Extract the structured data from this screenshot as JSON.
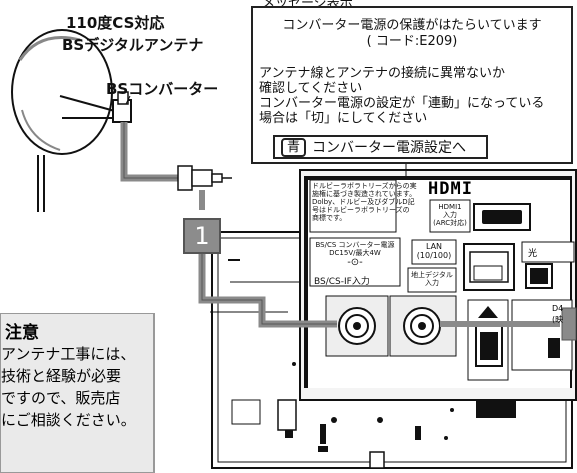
{
  "labels": {
    "antenna_title_line1": "110度CS対応",
    "antenna_title_line2": "BSデジタルアンテナ",
    "converter": "BSコンバーター"
  },
  "message": {
    "title": "メッセージ表示",
    "line1": "コンバーター電源の保護がはたらいています",
    "line2": "( コード:E209)",
    "body": [
      "アンテナ線とアンテナの接続に異常ないか",
      "確認してください",
      "コンバーター電源の設定が「連動」になっている",
      "場合は「切」にしてください"
    ],
    "button_key": "青",
    "button_label": "コンバーター電源設定へ"
  },
  "callout_number": "1",
  "caution": {
    "heading": "注意",
    "lines": [
      "アンテナ工事には、",
      "技術と経験が必要",
      "ですので、販売店",
      "にご相談ください。"
    ]
  },
  "panel": {
    "dolby_text": [
      "ドルビーラボラトリーズからの実",
      "施権に基づき製造されています。",
      "Dolby、ドルビー及びダブルD記",
      "号はドルビーラボラトリーズの",
      "商標です。"
    ],
    "hdmi_logo": "HDMI",
    "hdmi1_lines": [
      "HDMI1",
      "入力",
      "(ARC対応)"
    ],
    "bs_power_lines": [
      "BS/CS コンバーター電源",
      "DC15V/最大4W"
    ],
    "bs_input": "BS/CS-IF入力",
    "lan_lines": [
      "LAN",
      "(10/100)"
    ],
    "terrestrial_lines": [
      "地上デジタル",
      "入力"
    ],
    "optical": "光",
    "d4": "D4",
    "d4_sub": "(映"
  },
  "colors": {
    "cable": "#8a8a8a",
    "badge": "#8c8c8c",
    "caution_bg": "#eaeaea"
  }
}
